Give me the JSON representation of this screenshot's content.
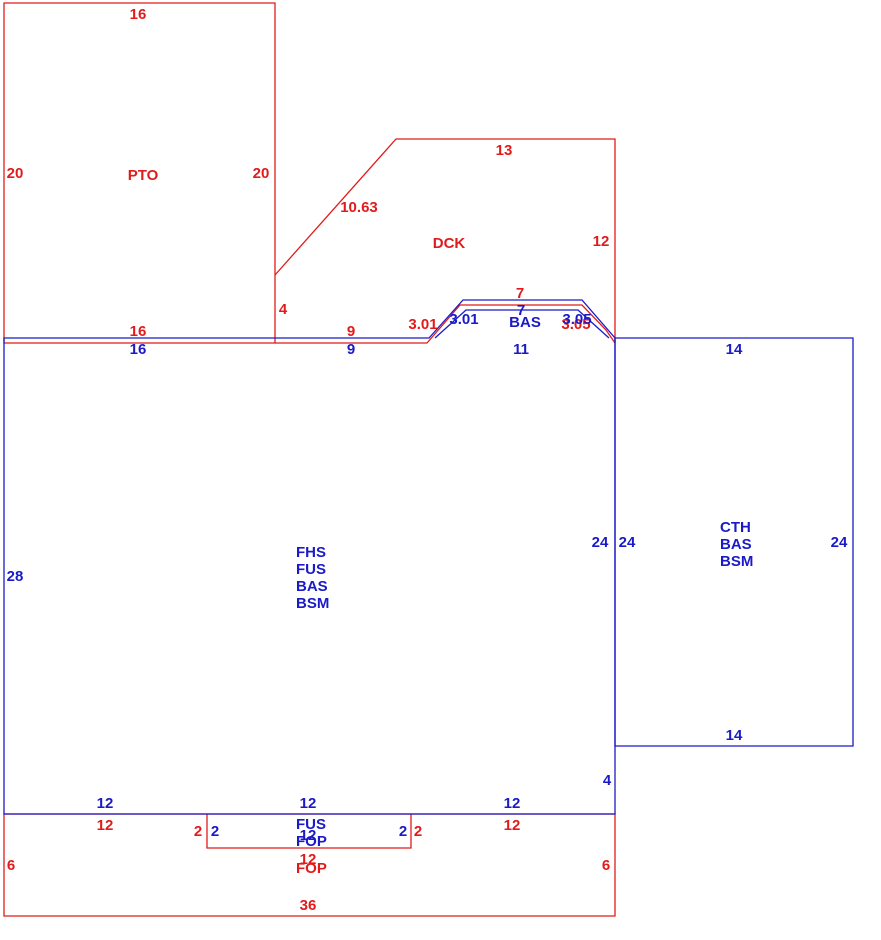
{
  "colors": {
    "red": "#e11b1b",
    "blue": "#1a1ac8"
  },
  "areas": {
    "pto": {
      "code": "PTO",
      "dims": {
        "top": "16",
        "left": "20",
        "right": "20",
        "bottom": "16"
      }
    },
    "dck": {
      "code": "DCK",
      "dims": {
        "top": "13",
        "diag": "10.63",
        "right": "12",
        "left": "4",
        "bottom": "9",
        "bay_left": "3.01",
        "bay_top": "7",
        "bay_right": "3.05"
      }
    },
    "bay": {
      "code": "BAS",
      "dims": {
        "left": "3.01",
        "top": "7",
        "right": "3.05",
        "bottom": "11"
      }
    },
    "main": {
      "codes": [
        "FHS",
        "FUS",
        "BAS",
        "BSM"
      ],
      "dims": {
        "top_left": "16",
        "top_mid": "9",
        "top_bay": "11",
        "left": "28",
        "right": "24",
        "right_lower": "4",
        "bottom_left": "12",
        "bottom_mid": "12",
        "bottom_right": "12"
      }
    },
    "cth": {
      "codes": [
        "CTH",
        "BAS",
        "BSM"
      ],
      "dims": {
        "top": "14",
        "left": "24",
        "right": "24",
        "bottom": "14"
      }
    },
    "fop_upper": {
      "codes": [
        "FUS",
        "FOP"
      ],
      "dims": {
        "left": "2",
        "right": "2",
        "top": "12"
      }
    },
    "fop_lower": {
      "code": "FOP",
      "dims": {
        "top_left": "12",
        "top_right": "12",
        "notch_left": "2",
        "notch_right": "2",
        "notch_bottom": "12",
        "left": "6",
        "right": "6",
        "bottom": "36"
      }
    }
  }
}
